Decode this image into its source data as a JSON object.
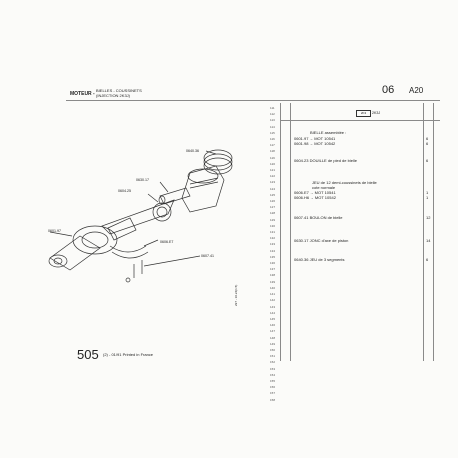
{
  "header": {
    "moteur": "MOTEUR -",
    "title": "BIELLES - COUSSINETS",
    "subtitle": "(INJECTION 2K3J)",
    "section_number": "06",
    "section_code": "A20"
  },
  "engine": {
    "box_label": "2K3",
    "code": "2K3J"
  },
  "left_numbers": [
    "111",
    "112",
    "113",
    "114",
    "115",
    "116",
    "117",
    "118",
    "119",
    "120",
    "121",
    "122",
    "123",
    "124",
    "125",
    "126",
    "127",
    "128",
    "129",
    "130",
    "131",
    "132",
    "133",
    "134",
    "135",
    "136",
    "137",
    "138",
    "139",
    "140",
    "141",
    "142",
    "143",
    "144",
    "145",
    "146",
    "147",
    "148",
    "149",
    "150",
    "151",
    "152",
    "153",
    "154",
    "155",
    "156",
    "157",
    "158"
  ],
  "parts": [
    {
      "ref": "",
      "desc": "BIELLE assemblée :",
      "qty": ""
    },
    {
      "ref": "0601.97",
      "desc": "MOT 10541",
      "qty": "6"
    },
    {
      "ref": "0601.98",
      "desc": "MOT 10542",
      "qty": "6"
    },
    {
      "ref": "0604.23",
      "desc": "DOUILLE de pied de bielle",
      "qty": "6"
    },
    {
      "ref": "",
      "desc": "JEU de 12 demi-coussinets de bielle",
      "qty": ""
    },
    {
      "ref": "",
      "desc": "cote normale",
      "qty": ""
    },
    {
      "ref": "0606.E7",
      "desc": "MOT 10541",
      "qty": "1"
    },
    {
      "ref": "0606.H6",
      "desc": "MOT 10542",
      "qty": "1"
    },
    {
      "ref": "0607.41",
      "desc": "BOULON de bielle",
      "qty": "12"
    },
    {
      "ref": "0630.17",
      "desc": "JONC d'axe de piston",
      "qty": "14"
    },
    {
      "ref": "0640.36",
      "desc": "JEU de 3 segments",
      "qty": "6"
    }
  ],
  "callouts": {
    "c0640": "0640.36",
    "c0630": "0630.17",
    "c0604": "0604.25",
    "c0601": "0601.97",
    "c0606": "0606.E7",
    "c0607": "0607.41"
  },
  "footer": {
    "code": "505",
    "printed": "(2) - 01/91 Printed in France",
    "vertical_ref": "297 - 10.24(1.5)"
  }
}
